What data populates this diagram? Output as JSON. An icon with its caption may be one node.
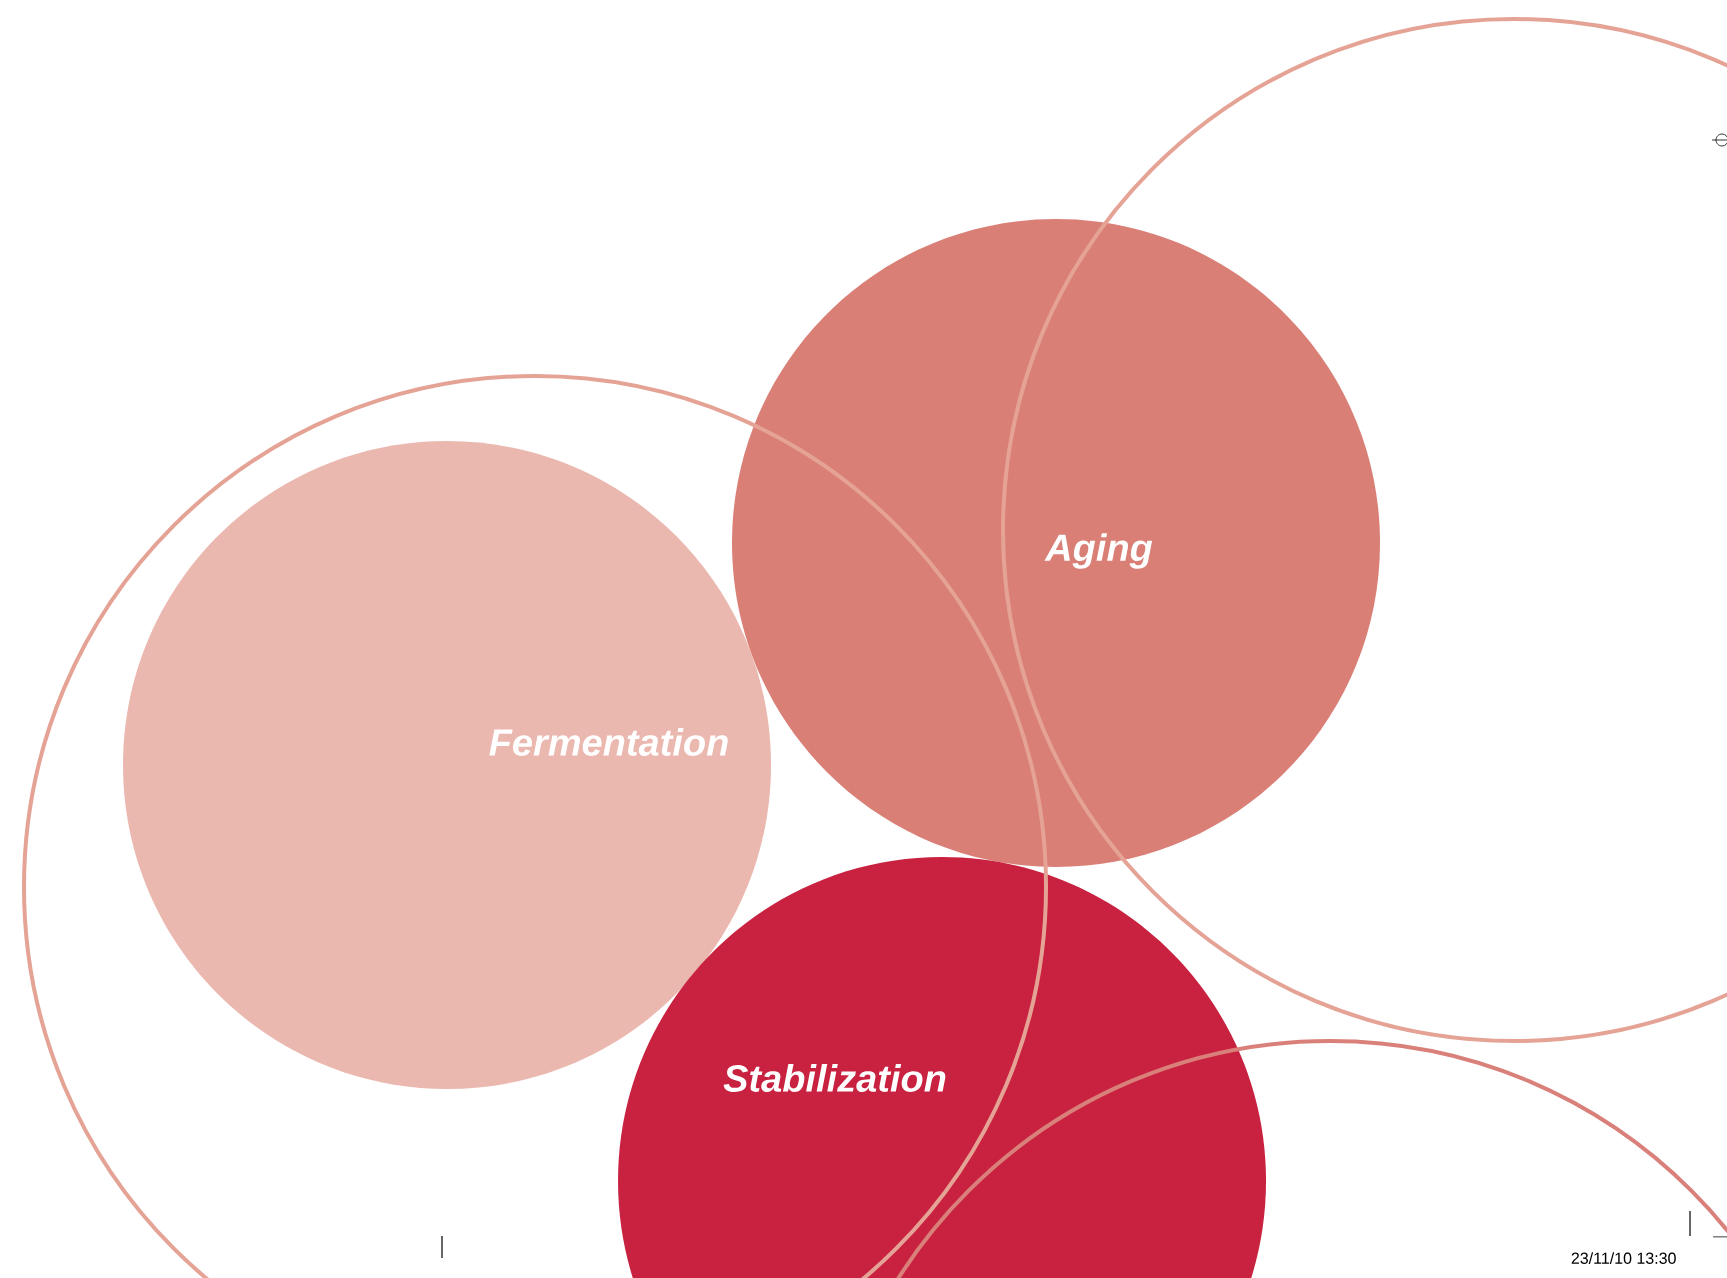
{
  "diagram": {
    "nodes": [
      {
        "text": [],
        "shape": "circle"
      },
      {
        "text": [],
        "shape": "circle"
      },
      {
        "text": [],
        "shape": "circle"
      },
      {
        "text": [
          "Fermentation"
        ],
        "in": 0
      },
      {
        "text": [
          "Aging"
        ]
      },
      {
        "text": [
          "Stabilization"
        ]
      }
    ],
    "labels": [
      "23/11/10  13:30"
    ]
  }
}
